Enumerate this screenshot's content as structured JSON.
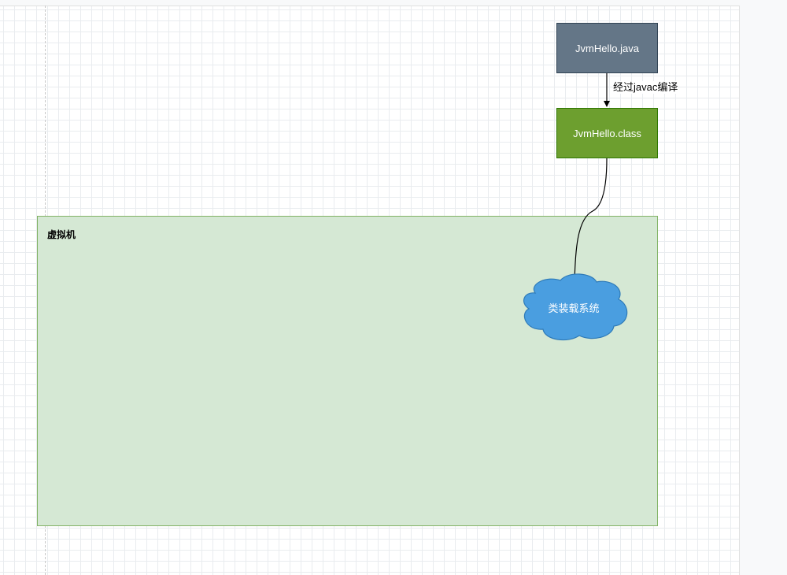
{
  "diagram": {
    "nodes": {
      "java_file": "JvmHello.java",
      "class_file": "JvmHello.class",
      "class_loader": "类装载系统"
    },
    "edges": {
      "compile_label": "经过javac编译"
    },
    "containers": {
      "virtual_machine": "虚拟机"
    }
  },
  "colors": {
    "java_node_fill": "#647687",
    "class_node_fill": "#6d9f2f",
    "vm_fill": "#d5e8d4",
    "cloud_fill": "#4a9ee0"
  }
}
